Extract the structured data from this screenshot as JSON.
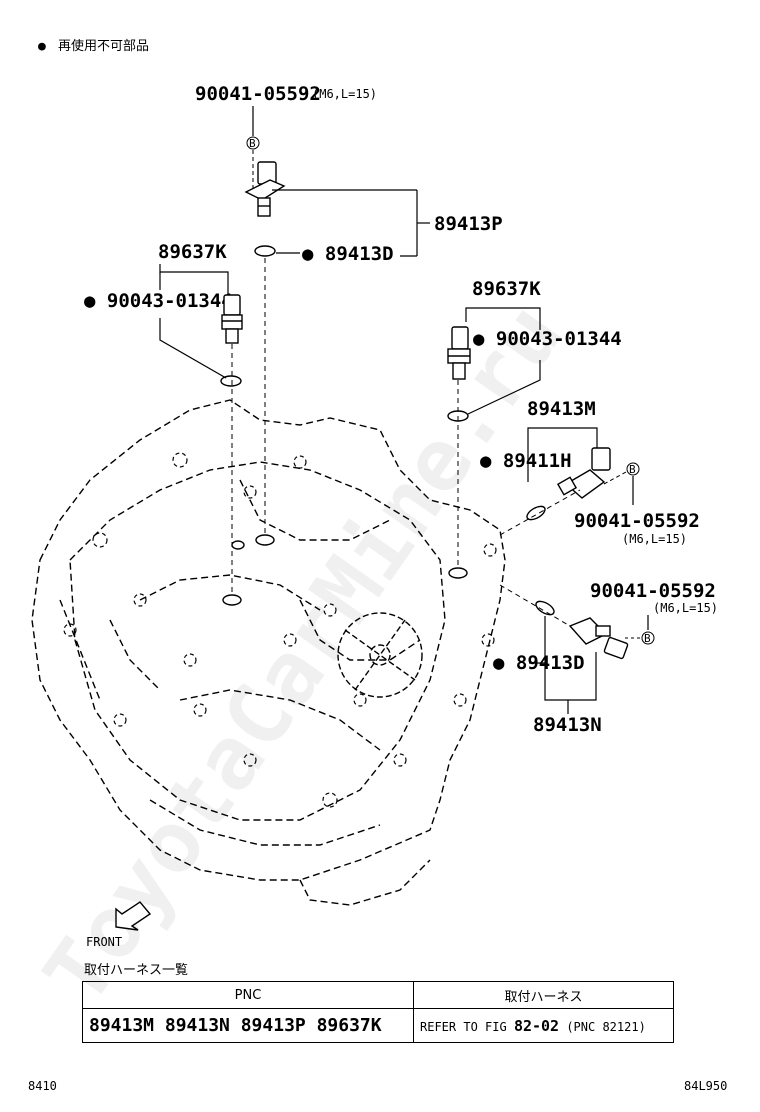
{
  "header": {
    "bullet": "●",
    "note": "再使用不可部品"
  },
  "watermark": "ToyotaCarMine.ru",
  "bolt_marker": "B",
  "footer": {
    "left_code": "8410",
    "right_code": "84L950"
  },
  "front_label": "FRONT",
  "callouts": {
    "top_bolt": "90041-05592",
    "top_bolt_spec": "(M6,L=15)",
    "sensor_top": "89413P",
    "gasket_top": "● 89413D",
    "switch_left_group": "89637K",
    "oring_left": "● 90043-01344",
    "switch_right_group": "89637K",
    "oring_right": "● 90043-01344",
    "sensor_m": "89413M",
    "oring_h": "● 89411H",
    "bolt_mid": "90041-05592",
    "bolt_mid_spec": "(M6,L=15)",
    "bolt_low": "90041-05592",
    "bolt_low_spec": "(M6,L=15)",
    "gasket_low": "● 89413D",
    "sensor_n": "89413N"
  },
  "harness_table": {
    "title": "取付ハーネス一覧",
    "col_pnc": "PNC",
    "col_harness": "取付ハーネス",
    "pnc_values": "89413M 89413N 89413P 89637K",
    "refer_prefix": "REFER TO FIG",
    "refer_fig": "82-02",
    "refer_pnc": "(PNC 82121)"
  }
}
